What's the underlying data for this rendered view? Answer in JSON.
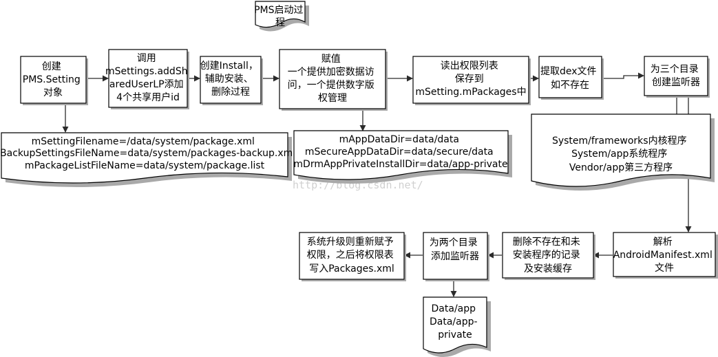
{
  "title": [
    "PMS启动过",
    "程"
  ],
  "steps": {
    "create_setting": [
      "创建",
      "PMS.Setting",
      "对象"
    ],
    "call_add_shared": [
      "调用",
      "mSettings.addSh",
      "aredUserLP添加",
      "4个共享用户id"
    ],
    "create_install": [
      "创建Install，",
      "辅助安装、",
      "删除过程"
    ],
    "assign": [
      "赋值",
      "一个提供加密数据访",
      "问，一个提供数字版",
      "权管理"
    ],
    "read_perms": [
      "读出权限列表",
      "保存到",
      "mSetting.mPackages中"
    ],
    "extract_dex": [
      "提取dex文件",
      "如不存在"
    ],
    "monitor_three": [
      "为三个目录",
      "创建监听器"
    ],
    "parse_manifest": [
      "解析",
      "AndroidManifest.xml",
      "文件"
    ],
    "delete_records": [
      "删除不存在和未",
      "安装程序的记录",
      "及安装缓存"
    ],
    "monitor_two": [
      "为两个目录",
      "添加监听器"
    ],
    "upgrade_perms": [
      "系统升级则重新赋予",
      "权限，之后将权限表",
      "写入Packages.xml"
    ]
  },
  "documents": {
    "settings_files": [
      "mSettingFilename=/data/system/package.xml",
      "mBackupSettingsFileName=data/system/packages-backup.xml",
      "mPackageListFileName=data/system/package.list"
    ],
    "data_dirs": [
      "mAppDataDir=data/data",
      "mSecureAppDataDir=data/secure/data",
      "mDrmAppPrivateInstallDir=data/app-private"
    ],
    "monitored_three": [
      "System/frameworks内核程序",
      "System/app系统程序",
      "Vendor/app第三方程序"
    ],
    "monitored_two": [
      "Data/app",
      "Data/app-",
      "private"
    ]
  },
  "watermark": "http://blog.csdn.net/"
}
